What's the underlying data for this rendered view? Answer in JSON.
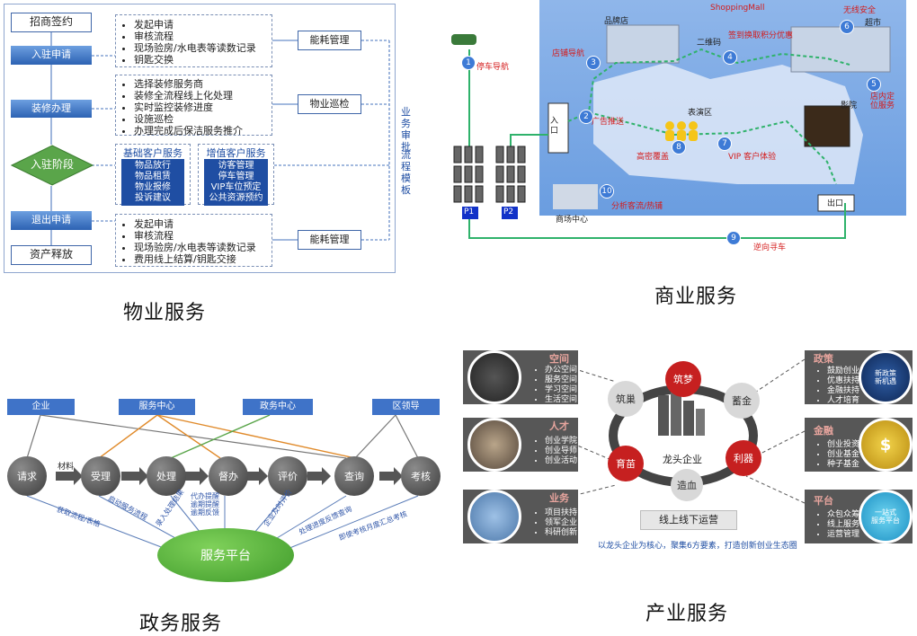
{
  "property": {
    "caption": "物业服务",
    "flow": [
      "招商签约",
      "入驻申请",
      "装修办理",
      "入驻阶段",
      "退出申请",
      "资产释放"
    ],
    "top_list": [
      "发起申请",
      "审核流程",
      "现场验房/水电表等读数记录",
      "钥匙交换"
    ],
    "mid_list": [
      "选择装修服务商",
      "装修全流程线上化处理",
      "实时监控装修进度",
      "设施巡检",
      "办理完成后保洁服务推介"
    ],
    "bottom_list": [
      "发起申请",
      "审核流程",
      "现场验房/水电表等读数记录",
      "费用线上结算/钥匙交接"
    ],
    "basic_title": "基础客户服务",
    "basic_items": [
      "物品放行",
      "物品租赁",
      "物业报修",
      "投诉建议"
    ],
    "value_title": "增值客户服务",
    "value_items": [
      "访客管理",
      "停车管理",
      "VIP车位预定",
      "公共资源预约"
    ],
    "side_boxes": [
      "能耗管理",
      "物业巡检",
      "能耗管理"
    ],
    "vertical": [
      "业务审批",
      "流程模板"
    ]
  },
  "commerce": {
    "caption": "商业服务",
    "mall_name": "ShoppingMall",
    "labels": {
      "wifi": "无线安全",
      "brand": "品牌店",
      "super": "超市",
      "qr": "二维码",
      "sign": "签到换取积分优惠",
      "store_nav": "店铺导航",
      "ad": "广告推送",
      "stage": "表演区",
      "cinema": "影院",
      "heat": "高密覆盖",
      "vip": "VIP 客户体验",
      "store_loc": "店内定位服务",
      "analysis": "分析客流/热铺",
      "market": "商场中心",
      "park_nav": "停车导航",
      "reverse": "逆向寻车",
      "entrance": "入口",
      "exit": "出口",
      "p1": "P1",
      "p2": "P2"
    },
    "numbers": [
      "1",
      "2",
      "3",
      "4",
      "5",
      "6",
      "7",
      "8",
      "9",
      "10"
    ]
  },
  "government": {
    "caption": "政务服务",
    "top": [
      "企业",
      "服务中心",
      "政务中心",
      "区领导"
    ],
    "material": "材料",
    "steps": [
      "请求",
      "受理",
      "处理",
      "督办",
      "评价",
      "查询",
      "考核"
    ],
    "platform": "服务平台",
    "arrow_labels": [
      "获取流程/表格",
      "启动服务流程",
      "录入处理结果",
      "代办提醒\n逾期提醒\n逾期反馈",
      "企业及时评价",
      "处理进度反馈查询",
      "即使考核月度汇总考核"
    ]
  },
  "industry": {
    "caption": "产业服务",
    "center": "龙头企业",
    "nodes": [
      "筑梦",
      "蓄金",
      "利器",
      "造血",
      "育苗",
      "筑巢"
    ],
    "online": "线上线下运营",
    "slogan": "以龙头企业为核心，聚集6方要素，打造创新创业生态圈",
    "left_panels": [
      {
        "title": "空间",
        "items": [
          "办公空间",
          "服务空间",
          "学习空间",
          "生活空间"
        ]
      },
      {
        "title": "人才",
        "items": [
          "创业学院",
          "创业导师",
          "创业活动"
        ]
      },
      {
        "title": "业务",
        "items": [
          "项目扶持",
          "领军企业",
          "科研创新"
        ]
      }
    ],
    "right_panels": [
      {
        "title": "政策",
        "items": [
          "鼓励创业",
          "优惠扶持",
          "金融扶持",
          "人才培育"
        ],
        "img_text": "新政策\n新机遇"
      },
      {
        "title": "金融",
        "items": [
          "创业投资",
          "创业基金",
          "种子基金"
        ],
        "img_text": "$"
      },
      {
        "title": "平台",
        "items": [
          "众包众筹",
          "线上服务",
          "运营管理"
        ],
        "img_text": "一站式\n服务平台"
      }
    ]
  }
}
